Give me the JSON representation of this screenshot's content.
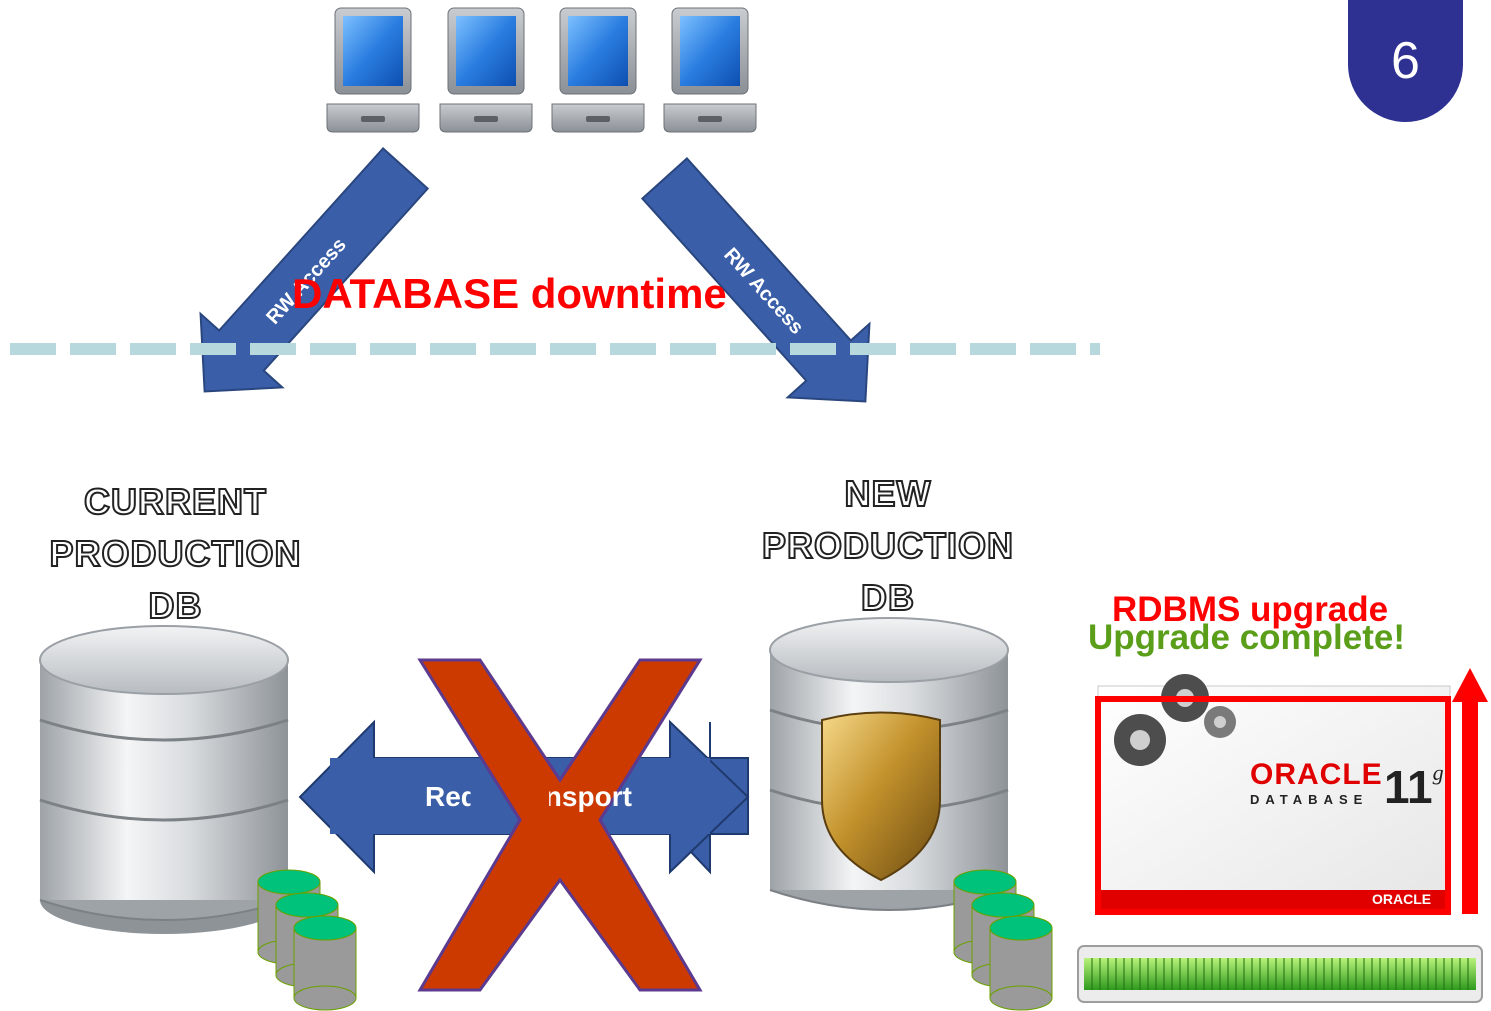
{
  "step_number": "6",
  "clients": {
    "count": 4
  },
  "access": {
    "left_label": "RW Access",
    "right_label": "RW Access"
  },
  "downtime": {
    "label": "DATABASE downtime"
  },
  "current_db": {
    "line1": "CURRENT",
    "line2": "PRODUCTION",
    "line3": "DB"
  },
  "new_db": {
    "line1": "NEW",
    "line2": "PRODUCTION",
    "line3": "DB"
  },
  "redo": {
    "label": "Redo Transport"
  },
  "upgrade": {
    "status_primary": "RDBMS  upgrade",
    "status_secondary": "Upgrade complete!",
    "splash_brand": "ORACLE",
    "splash_product": "DATABASE",
    "splash_version": "11",
    "splash_version_suffix": "g",
    "splash_footer": "ORACLE",
    "progress_fraction": 1.0
  },
  "colors": {
    "arrow_blue": "#3a5ea8",
    "downtime_red": "#ff0000",
    "complete_green": "#5a9e1a",
    "dash_line": "#b7d8dc",
    "badge": "#2e3192",
    "cross": "#cc3a00",
    "disk_green": "#00c27a"
  }
}
